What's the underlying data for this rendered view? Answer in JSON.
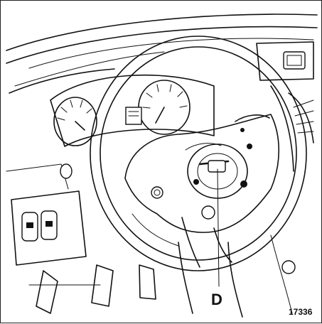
{
  "figure": {
    "callout_label": "D",
    "figure_number": "17336"
  },
  "icons": {
    "main": "steering-wheel-airbag-removal-illustration"
  }
}
